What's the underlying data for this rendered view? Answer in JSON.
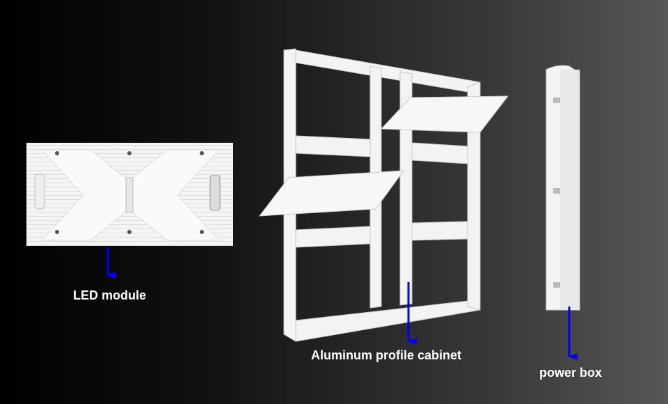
{
  "labels": {
    "led_module": "LED module",
    "cabinet": "Aluminum profile cabinet",
    "power_box": "power box"
  },
  "colors": {
    "arrow": "#0000ff",
    "product": "#f2f2f2"
  }
}
